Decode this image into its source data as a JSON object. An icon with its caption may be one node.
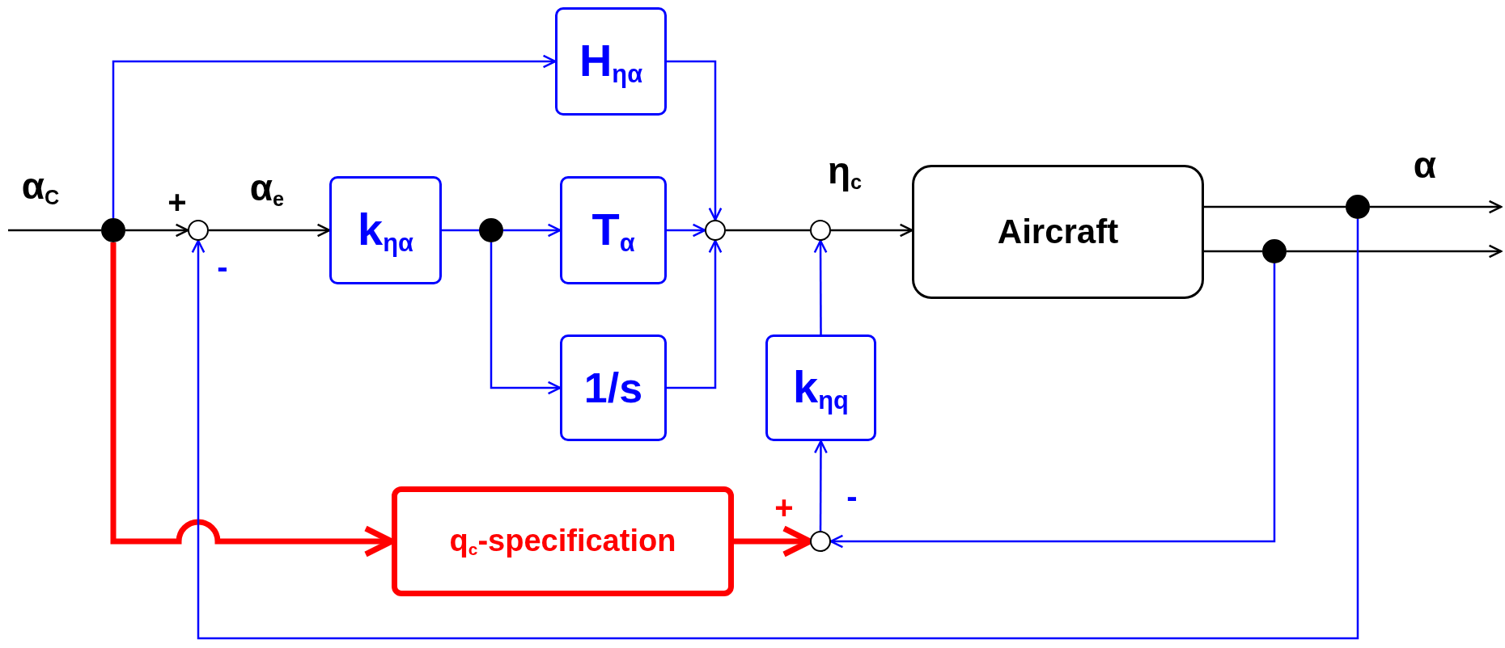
{
  "diagram": {
    "nodes": [
      {
        "text": [
          "H$_{ηα}$"
        ]
      },
      {
        "text": [],
        "shape": "dot"
      },
      {
        "text": [],
        "shape": "circle"
      },
      {
        "text": [
          "k$_{ηα}$"
        ]
      },
      {
        "text": [],
        "shape": "dot"
      },
      {
        "text": [
          "T$_{α}$"
        ]
      },
      {
        "text": [],
        "shape": "circle"
      },
      {
        "text": [],
        "shape": "circle"
      },
      {
        "text": [
          "Aircraft"
        ]
      },
      {
        "text": [],
        "shape": "dot"
      },
      {
        "text": [],
        "shape": "dot"
      },
      {
        "text": [
          "1/s"
        ]
      },
      {
        "text": [
          "k$_{ηq}$"
        ]
      },
      {
        "text": [
          "q$_{c}$-specification"
        ]
      },
      {
        "text": [],
        "shape": "circle"
      }
    ],
    "edges": [
      {
        "from": null,
        "to": 1,
        "arrow": "none",
        "label": "α$_{C}$",
        "color": "#000000"
      },
      {
        "from": 1,
        "to": 2,
        "arrow": "to",
        "color": "#000000"
      },
      {
        "from": 1,
        "to": 0,
        "arrow": "to"
      },
      {
        "from": 1,
        "to": 13,
        "arrow": "to",
        "style": "thick",
        "color": "#ff0000"
      },
      {
        "from": 2,
        "to": 3,
        "arrow": "to",
        "label": "α$_{e}$",
        "color": "#000000"
      },
      {
        "from": 3,
        "to": 4,
        "arrow": "none"
      },
      {
        "from": 4,
        "to": 5,
        "arrow": "to"
      },
      {
        "from": 4,
        "to": 11,
        "arrow": "to"
      },
      {
        "from": 0,
        "to": 6,
        "arrow": "to"
      },
      {
        "from": 5,
        "to": 6,
        "arrow": "to"
      },
      {
        "from": 11,
        "to": 6,
        "arrow": "to"
      },
      {
        "from": 6,
        "to": 7,
        "arrow": "none",
        "color": "#000000"
      },
      {
        "from": 7,
        "to": 8,
        "arrow": "to",
        "label": "η$_{c}$",
        "color": "#000000"
      },
      {
        "from": 12,
        "to": 7,
        "arrow": "to"
      },
      {
        "from": 14,
        "to": 12,
        "arrow": "to"
      },
      {
        "from": 13,
        "to": 14,
        "arrow": "to",
        "style": "thick",
        "color": "#ff0000"
      },
      {
        "from": 8,
        "to": 9,
        "arrow": "none",
        "color": "#000000"
      },
      {
        "from": 9,
        "to": null,
        "arrow": "to",
        "label": "α",
        "color": "#000000"
      },
      {
        "from": 8,
        "to": 10,
        "arrow": "none",
        "color": "#000000"
      },
      {
        "from": 10,
        "to": null,
        "arrow": "to",
        "color": "#000000"
      },
      {
        "from": 10,
        "to": 14,
        "arrow": "to"
      },
      {
        "from": 9,
        "to": 2,
        "arrow": "to"
      }
    ],
    "labels": [
      "+",
      "-",
      "-",
      "+"
    ]
  }
}
